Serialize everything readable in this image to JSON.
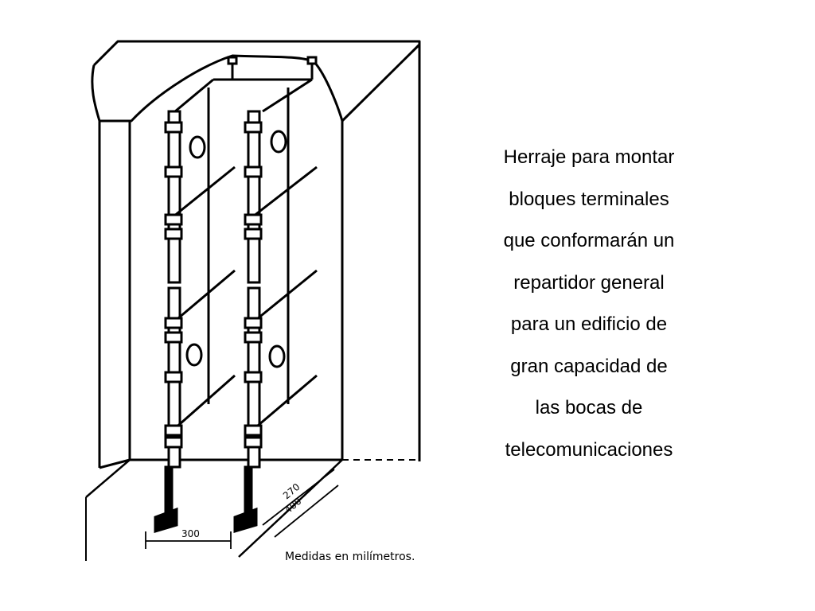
{
  "caption": {
    "lines": [
      "Herraje para montar",
      "bloques terminales",
      "que conformarán un",
      "repartidor general",
      "para un edificio de",
      "gran capacidad de",
      "las bocas de",
      "telecomunicaciones"
    ]
  },
  "drawing": {
    "dim_width": "300",
    "dim_depth_inner": "270",
    "dim_depth_outer": "400",
    "units_note": "Medidas en milímetros."
  },
  "colors": {
    "line": "#000000",
    "background": "#ffffff"
  }
}
